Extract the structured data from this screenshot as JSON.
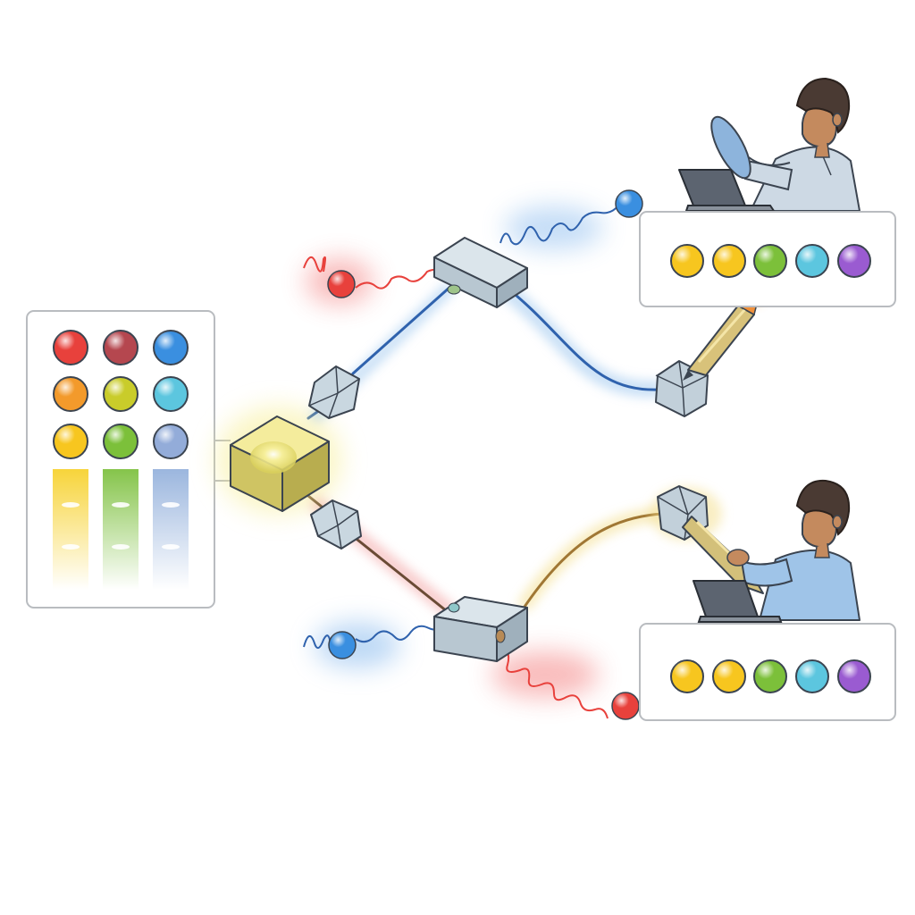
{
  "colors": {
    "red": "#e8413c",
    "dark_red": "#b5474f",
    "orange": "#f39a2b",
    "yellow": "#f7c61f",
    "olive": "#c9cc2a",
    "green": "#7cc03a",
    "blue": "#3a8fe0",
    "cyan": "#5cc6df",
    "periwinkle": "#93acd9",
    "purple": "#9a5bd1",
    "fiber_blue": "#2f62ad",
    "fiber_brown": "#8a6a3c",
    "device": "#c5d3dc",
    "source": "#e9e07a"
  },
  "source_panel": {
    "columns": [
      {
        "color_keys": [
          "red",
          "orange",
          "yellow"
        ],
        "bar_color": "yellow"
      },
      {
        "color_keys": [
          "dark_red",
          "olive",
          "green"
        ],
        "bar_color": "green"
      },
      {
        "color_keys": [
          "blue",
          "cyan",
          "periwinkle"
        ],
        "bar_color": "periwinkle"
      }
    ]
  },
  "receiver_panels": [
    {
      "id": "top",
      "color_keys": [
        "yellow",
        "yellow",
        "green",
        "cyan",
        "purple"
      ]
    },
    {
      "id": "bottom",
      "color_keys": [
        "yellow",
        "yellow",
        "green",
        "cyan",
        "purple"
      ]
    }
  ],
  "photons": [
    {
      "id": "top-left",
      "color_key": "red"
    },
    {
      "id": "top-right",
      "color_key": "blue"
    },
    {
      "id": "bottom-left",
      "color_key": "blue"
    },
    {
      "id": "bottom-right",
      "color_key": "red"
    }
  ],
  "icons": {
    "source": "glowing-cube-icon",
    "splitter": "beam-splitter-icon",
    "polarizer": "crystal-icon",
    "detector": "detector-icon",
    "probe": "probe-pen-icon",
    "person": "researcher-icon",
    "laptop": "laptop-icon"
  }
}
